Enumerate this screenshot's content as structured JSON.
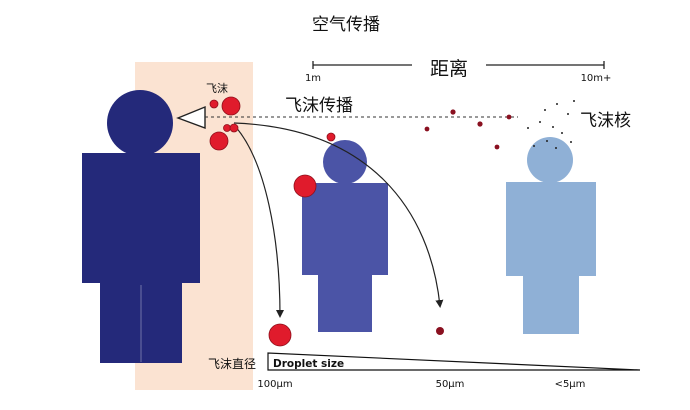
{
  "title": "空气传播",
  "labels": {
    "droplet": "飞沫",
    "droplet_spread": "飞沫传播",
    "droplet_nuclei": "飞沫核",
    "distance": "距离",
    "dist_start": "1m",
    "dist_end": "10m+",
    "droplet_diameter": "飞沫直径",
    "droplet_size": "Droplet size"
  },
  "size_ticks": [
    "100μm",
    "50μm",
    "<5μm"
  ],
  "colors": {
    "zone": "#fbe3d2",
    "person_near": "#24297a",
    "person_mid": "#4b54a6",
    "person_far": "#8fb0d6",
    "droplet": "#e01b2c",
    "droplet_stroke": "#8e0f1b",
    "nuclei": "#8a1020"
  }
}
